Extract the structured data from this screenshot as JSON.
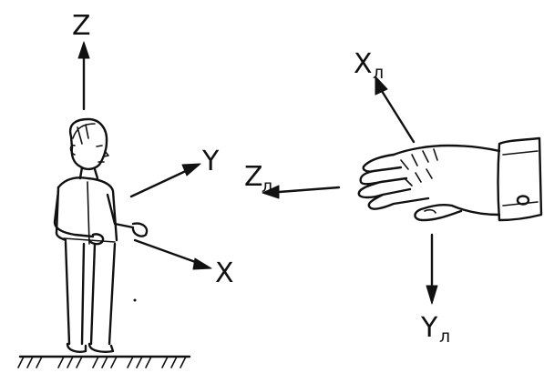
{
  "person_axes": {
    "z": "Z",
    "y": "Y",
    "x": "X"
  },
  "hand_axes": {
    "x": {
      "letter": "X",
      "subscript": "л"
    },
    "z": {
      "letter": "Z",
      "subscript": "л"
    },
    "y": {
      "letter": "Y",
      "subscript": "л"
    }
  }
}
